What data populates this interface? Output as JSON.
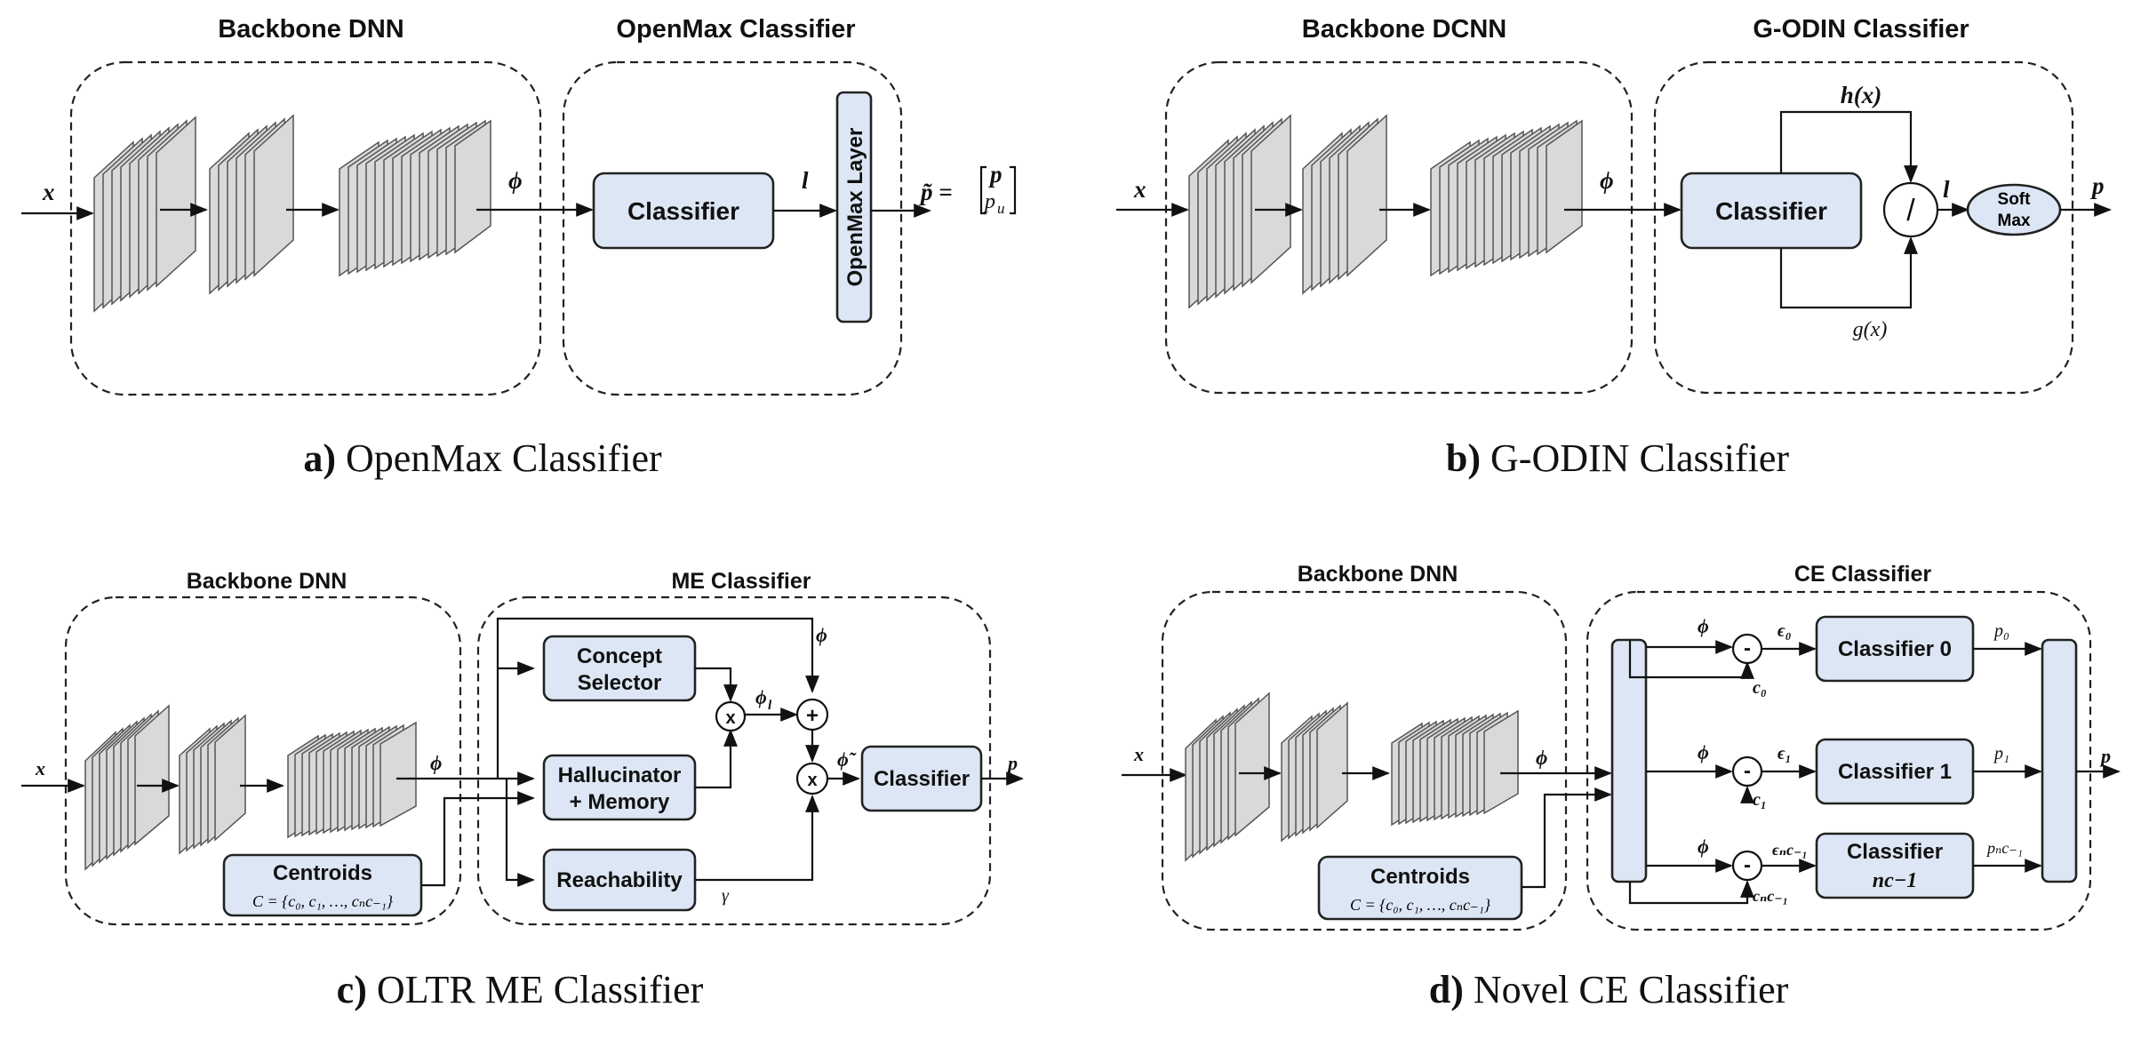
{
  "panel_a": {
    "caption_letter": "a)",
    "caption_text": "OpenMax Classifier",
    "header_backbone": "Backbone DNN",
    "header_classifier": "OpenMax Classifier",
    "input_label": "x",
    "feature_label": "ϕ",
    "classifier_label": "Classifier",
    "logit_label": "l",
    "openmax_layer_label": "OpenMax Layer",
    "output_label": "p̃ =",
    "output_vec_top": "p",
    "output_vec_bottom": "p",
    "output_vec_bottom_sub": "u"
  },
  "panel_b": {
    "caption_letter": "b)",
    "caption_text": "G-ODIN Classifier",
    "header_backbone": "Backbone DCNN",
    "header_classifier": "G-ODIN Classifier",
    "input_label": "x",
    "feature_label": "ϕ",
    "classifier_label": "Classifier",
    "h_label": "h(x)",
    "g_label": "g(x)",
    "divide_symbol": "/",
    "logit_label": "l",
    "softmax_line1": "Soft",
    "softmax_line2": "Max",
    "output_label": "p"
  },
  "panel_c": {
    "caption_letter": "c)",
    "caption_text": "OLTR ME Classifier",
    "header_backbone": "Backbone DNN",
    "header_classifier": "ME Classifier",
    "input_label": "x",
    "feature_label": "ϕ",
    "centroids_title": "Centroids",
    "centroids_formula": "C = {c₀, c₁, …, cₙc₋₁}",
    "concept_line1": "Concept",
    "concept_line2": "Selector",
    "halluc_line1": "Hallucinator",
    "halluc_line2": "+ Memory",
    "reach_label": "Reachability",
    "phi_top_label": "ϕ",
    "phi_l_label": "ϕ",
    "phi_l_sub": "l",
    "plus_symbol": "+",
    "times_symbol": "x",
    "phi_tilde_label": "ϕ̃",
    "gamma_label": "γ",
    "classifier_label": "Classifier",
    "output_label": "p"
  },
  "panel_d": {
    "caption_letter": "d)",
    "caption_text": "Novel CE Classifier",
    "header_backbone": "Backbone DNN",
    "header_classifier": "CE Classifier",
    "input_label": "x",
    "feature_label": "ϕ",
    "centroids_title": "Centroids",
    "centroids_formula": "C = {c₀, c₁, …, cₙc₋₁}",
    "minus_symbol": "-",
    "rows": [
      {
        "phi": "ϕ",
        "eps": "ϵ₀",
        "c": "c₀",
        "classifier_line1": "Classifier 0",
        "classifier_line2": "",
        "p": "p₀"
      },
      {
        "phi": "ϕ",
        "eps": "ϵ₁",
        "c": "c₁",
        "classifier_line1": "Classifier 1",
        "classifier_line2": "",
        "p": "p₁"
      },
      {
        "phi": "ϕ",
        "eps": "ϵₙc₋₁",
        "c": "cₙc₋₁",
        "classifier_line1": "Classifier",
        "classifier_line2": "nc−1",
        "p": "pₙc₋₁"
      }
    ],
    "output_label": "p"
  }
}
